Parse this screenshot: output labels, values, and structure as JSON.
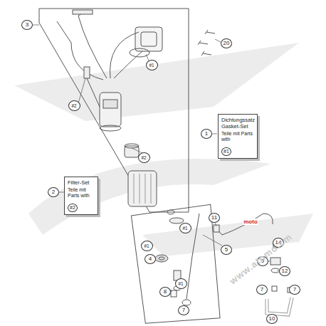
{
  "diagram": {
    "nodes": [
      {
        "text": [
          "Dichtungssatz Gasket-Set",
          "Teile mit Parts with",
          "#1"
        ]
      },
      {
        "text": [
          "Filter-Set",
          "Teile mit Parts with",
          "#2"
        ]
      }
    ],
    "labels": [
      "3",
      "1",
      "2",
      "20",
      "#1",
      "#2",
      "#2",
      "#1",
      "#1",
      "#1",
      "11",
      "5",
      "4",
      "8",
      "7",
      "7",
      "7",
      "14",
      "9",
      "12",
      "10",
      "moto",
      "www.atomo.cm"
    ]
  }
}
